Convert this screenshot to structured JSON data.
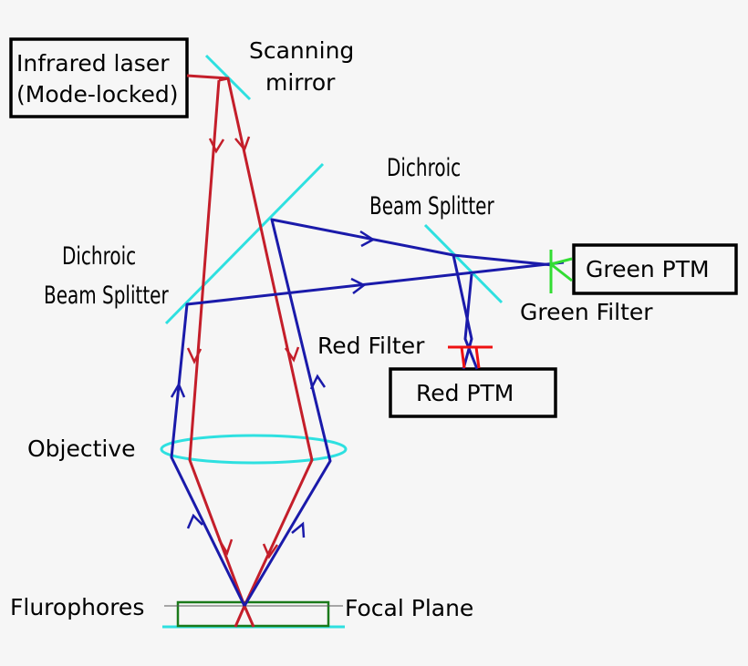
{
  "labels": {
    "laser_line1": "Infrared laser",
    "laser_line2": "(Mode-locked)",
    "scanning_line1": "Scanning",
    "scanning_line2": "mirror",
    "dichroic_left_line1": "Dichroic",
    "dichroic_left_line2": "Beam Splitter",
    "dichroic_right_line1": "Dichroic",
    "dichroic_right_line2": "Beam Splitter",
    "green_ptm": "Green PTM",
    "green_filter": "Green Filter",
    "red_filter": "Red Filter",
    "red_ptm": "Red PTM",
    "objective": "Objective",
    "flurophores": "Flurophores",
    "focal_plane": "Focal Plane"
  },
  "colors": {
    "background": "#f6f6f6",
    "excitation_beam": "#c41e2a",
    "emission_beam": "#1a1aaa",
    "optics": "#2ee0e0",
    "green_filter": "#33dd33",
    "red_filter": "#ee1111",
    "sample": "#1a7a1a",
    "box_border": "#000000"
  }
}
